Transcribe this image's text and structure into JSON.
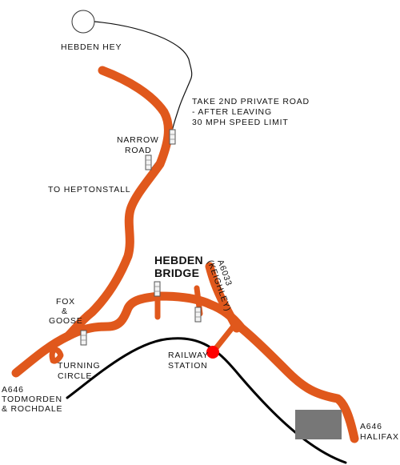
{
  "labels": {
    "hebden_hey": "HEBDEN  HEY",
    "private_road_1": "TAKE  2ND  PRIVATE  ROAD",
    "private_road_2": "-  AFTER  LEAVING",
    "private_road_3": "30  MPH  SPEED  LIMIT",
    "narrow_road_1": "NARROW",
    "narrow_road_2": "ROAD",
    "to_heptonstall": "TO  HEPTONSTALL",
    "hebden_1": "HEBDEN",
    "hebden_2": "BRIDGE",
    "keighley_1": "A6033",
    "keighley_2": "(KEIGHLEY)",
    "fox_1": "FOX",
    "fox_2": "&",
    "fox_3": "GOOSE",
    "turning_1": "TURNING",
    "turning_2": "CIRCLE",
    "railway_1": "RAILWAY",
    "railway_2": "STATION",
    "todmorden_1": "A646",
    "todmorden_2": "TODMORDEN",
    "todmorden_3": "&  ROCHDALE",
    "halifax_1": "A646",
    "halifax_2": "HALIFAX"
  },
  "colors": {
    "road": "#e0581c",
    "rail": "#000000",
    "station_marker": "#ff0000",
    "destination_box": "#777777"
  },
  "icons": [
    "cattle-grid-icon",
    "station-marker-icon",
    "destination-marker-icon"
  ]
}
